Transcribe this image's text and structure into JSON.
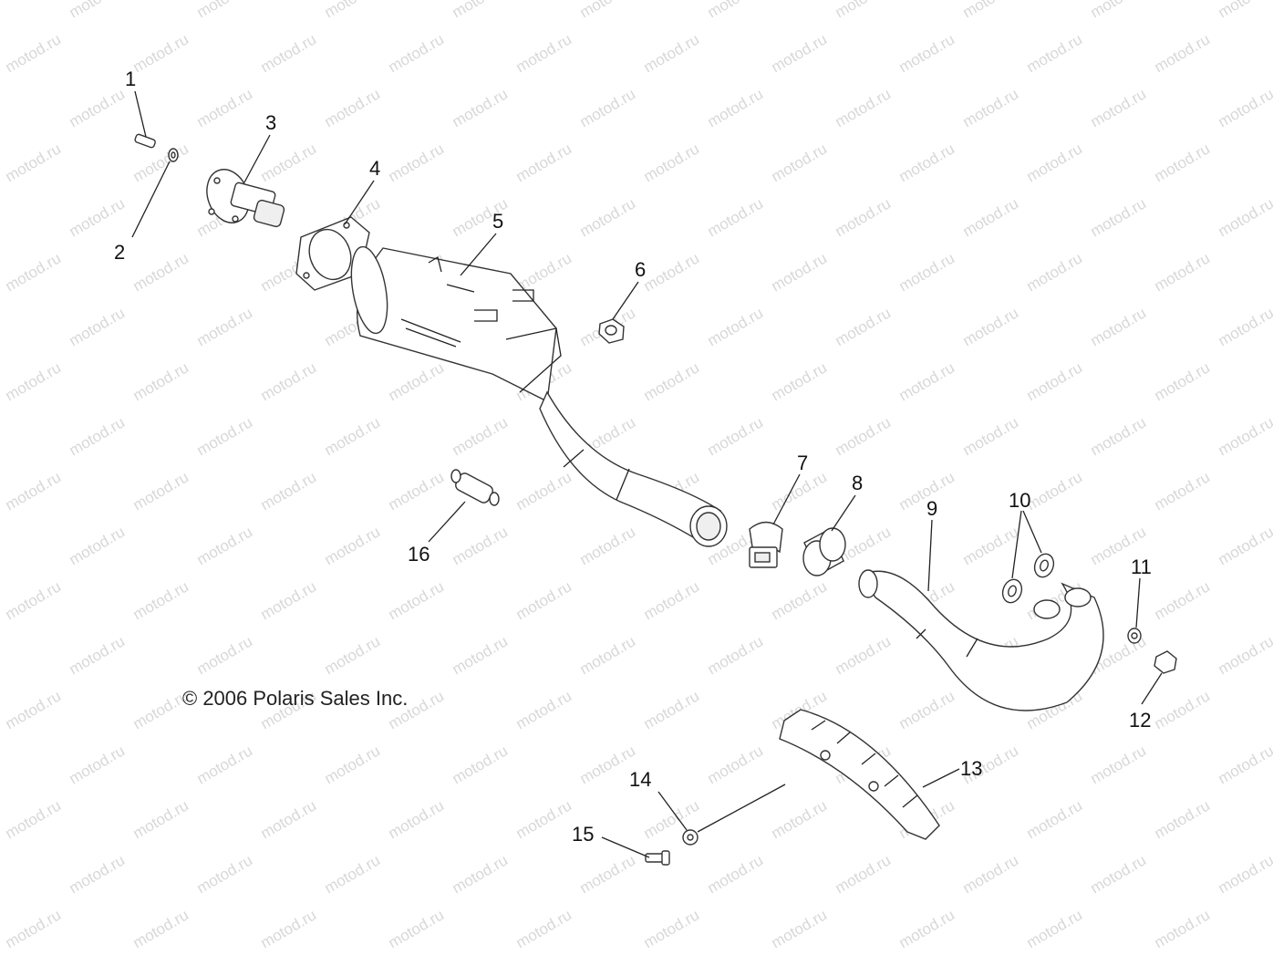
{
  "copyright": "© 2006 Polaris Sales Inc.",
  "watermark": "motod.ru",
  "callouts": [
    "1",
    "2",
    "3",
    "4",
    "5",
    "6",
    "7",
    "8",
    "9",
    "10",
    "11",
    "12",
    "13",
    "14",
    "15",
    "16"
  ]
}
